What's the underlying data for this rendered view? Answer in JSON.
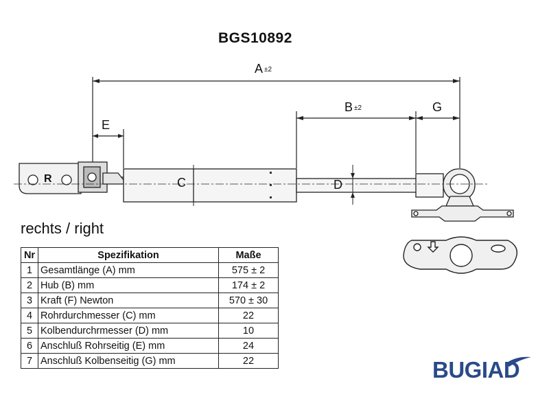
{
  "title": "BGS10892",
  "subtitle": "rechts / right",
  "diagram": {
    "dim_A": "A",
    "dim_A_tol": "±2",
    "dim_B": "B",
    "dim_B_tol": "±2",
    "dim_G": "G",
    "dim_E": "E",
    "label_C": "C",
    "label_D": "D",
    "label_R": "R"
  },
  "table": {
    "headers": [
      "Nr",
      "Spezifikation",
      "Maße"
    ],
    "rows": [
      {
        "nr": "1",
        "spec": "Gesamtlänge (A) mm",
        "value": "575 ± 2"
      },
      {
        "nr": "2",
        "spec": "Hub (B)  mm",
        "value": "174 ± 2"
      },
      {
        "nr": "3",
        "spec": "Kraft (F) Newton",
        "value": "570 ± 30"
      },
      {
        "nr": "4",
        "spec": "Rohrdurchmesser (C) mm",
        "value": "22"
      },
      {
        "nr": "5",
        "spec": "Kolbendurchrmesser (D) mm",
        "value": "10"
      },
      {
        "nr": "6",
        "spec": "Anschluß Rohrseitig (E) mm",
        "value": "24"
      },
      {
        "nr": "7",
        "spec": "Anschluß Kolbenseitig (G) mm",
        "value": "22"
      }
    ]
  },
  "logo": "BUGIAD",
  "logo_color": "#2a4a88"
}
